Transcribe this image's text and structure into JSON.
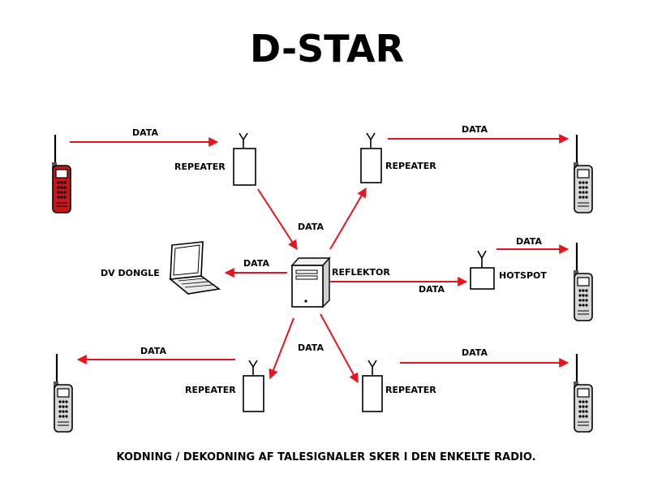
{
  "title": "D-STAR",
  "footer": "KODNING / DEKODNING AF TALESIGNALER SKER I DEN ENKELTE RADIO.",
  "labels": {
    "repeater": "REPEATER",
    "data": "DATA",
    "reflektor": "REFLEKTOR",
    "hotspot": "HOTSPOT",
    "dv_dongle": "DV DONGLE"
  },
  "colors": {
    "arrow": "#e8141c",
    "radio_active": "#c8171c",
    "radio_idle": "#d8d8d8",
    "outline": "#000000"
  }
}
